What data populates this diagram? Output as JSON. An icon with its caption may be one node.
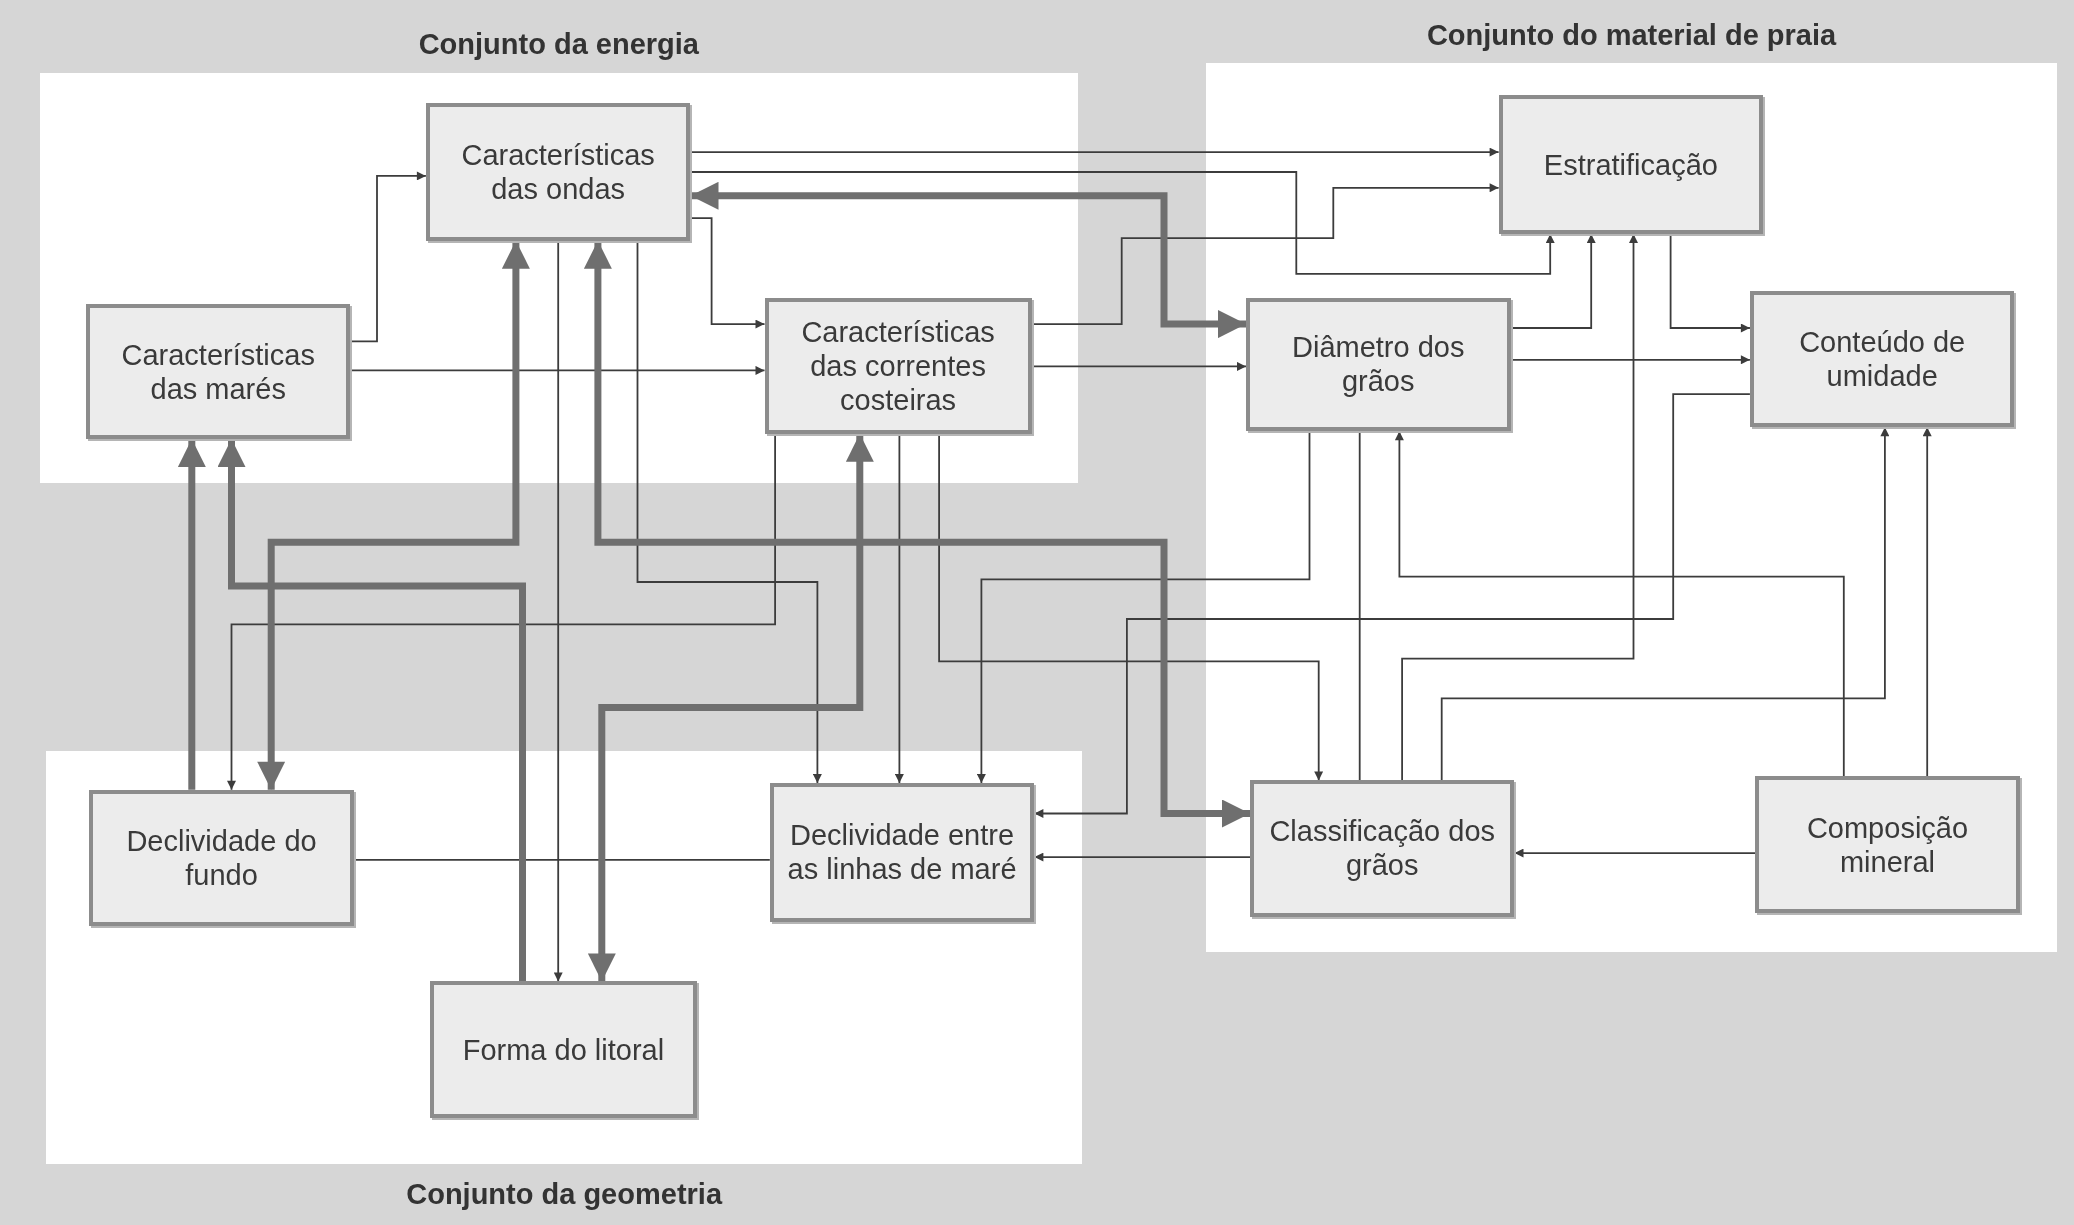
{
  "diagram": {
    "nodes": [
      {
        "text": [
          "Conjunto da energia"
        ]
      },
      {
        "text": [
          "Características das ondas"
        ],
        "in": 0
      },
      {
        "text": [
          "Características das marés"
        ],
        "in": 0
      },
      {
        "text": [
          "Características das correntes costeiras"
        ],
        "in": 0
      },
      {
        "text": [
          "Conjunto do material de praia"
        ]
      },
      {
        "text": [
          "Estratificação"
        ],
        "in": 4
      },
      {
        "text": [
          "Diâmetro dos grãos"
        ],
        "in": 4
      },
      {
        "text": [
          "Conteúdo de umidade"
        ],
        "in": 4
      },
      {
        "text": [
          "Classificação dos grãos"
        ],
        "in": 4
      },
      {
        "text": [
          "Composição mineral"
        ],
        "in": 4
      },
      {
        "text": [
          "Conjunto da geometria"
        ]
      },
      {
        "text": [
          "Declividade do fundo"
        ],
        "in": 10
      },
      {
        "text": [
          "Declividade entre as linhas de maré"
        ],
        "in": 10
      },
      {
        "text": [
          "Forma do litoral"
        ],
        "in": 10
      }
    ],
    "edges": [
      {
        "from": 2,
        "to": 1,
        "arrow": "to"
      },
      {
        "from": 2,
        "to": 3,
        "arrow": "to"
      },
      {
        "from": 1,
        "to": 5,
        "arrow": "to"
      },
      {
        "from": 1,
        "to": 5,
        "arrow": "to"
      },
      {
        "from": 1,
        "to": 3,
        "arrow": "to"
      },
      {
        "from": 3,
        "to": 5,
        "arrow": "to"
      },
      {
        "from": 3,
        "to": 6,
        "arrow": "to"
      },
      {
        "from": 1,
        "to": 13,
        "arrow": "to"
      },
      {
        "from": 1,
        "to": 12,
        "arrow": "to"
      },
      {
        "from": 3,
        "to": 11,
        "arrow": "to"
      },
      {
        "from": 3,
        "to": 12,
        "arrow": "to"
      },
      {
        "from": 3,
        "to": 8,
        "arrow": "to"
      },
      {
        "from": 6,
        "to": 12,
        "arrow": "to"
      },
      {
        "from": 6,
        "to": 8,
        "arrow": "none"
      },
      {
        "from": 9,
        "to": 6,
        "arrow": "to"
      },
      {
        "from": 6,
        "to": 5,
        "arrow": "to"
      },
      {
        "from": 6,
        "to": 7,
        "arrow": "to"
      },
      {
        "from": 5,
        "to": 7,
        "arrow": "to"
      },
      {
        "from": 7,
        "to": 12,
        "arrow": "to"
      },
      {
        "from": 8,
        "to": 12,
        "arrow": "to"
      },
      {
        "from": 9,
        "to": 8,
        "arrow": "to"
      },
      {
        "from": 9,
        "to": 7,
        "arrow": "to"
      },
      {
        "from": 8,
        "to": 7,
        "arrow": "to"
      },
      {
        "from": 8,
        "to": 5,
        "arrow": "to"
      },
      {
        "from": 11,
        "to": 12,
        "arrow": "none"
      },
      {
        "from": 1,
        "to": 6,
        "arrow": "both",
        "style": "thick",
        "color": "#6f6f6f"
      },
      {
        "from": 11,
        "to": 2,
        "arrow": "to",
        "style": "thick",
        "color": "#6f6f6f"
      },
      {
        "from": 13,
        "to": 2,
        "arrow": "to",
        "style": "thick",
        "color": "#6f6f6f"
      },
      {
        "from": 1,
        "to": 11,
        "arrow": "both",
        "style": "thick",
        "color": "#6f6f6f"
      },
      {
        "from": 1,
        "to": 8,
        "arrow": "both",
        "style": "thick",
        "color": "#6f6f6f"
      },
      {
        "from": 3,
        "to": 13,
        "arrow": "both",
        "style": "thick",
        "color": "#6f6f6f"
      }
    ]
  }
}
